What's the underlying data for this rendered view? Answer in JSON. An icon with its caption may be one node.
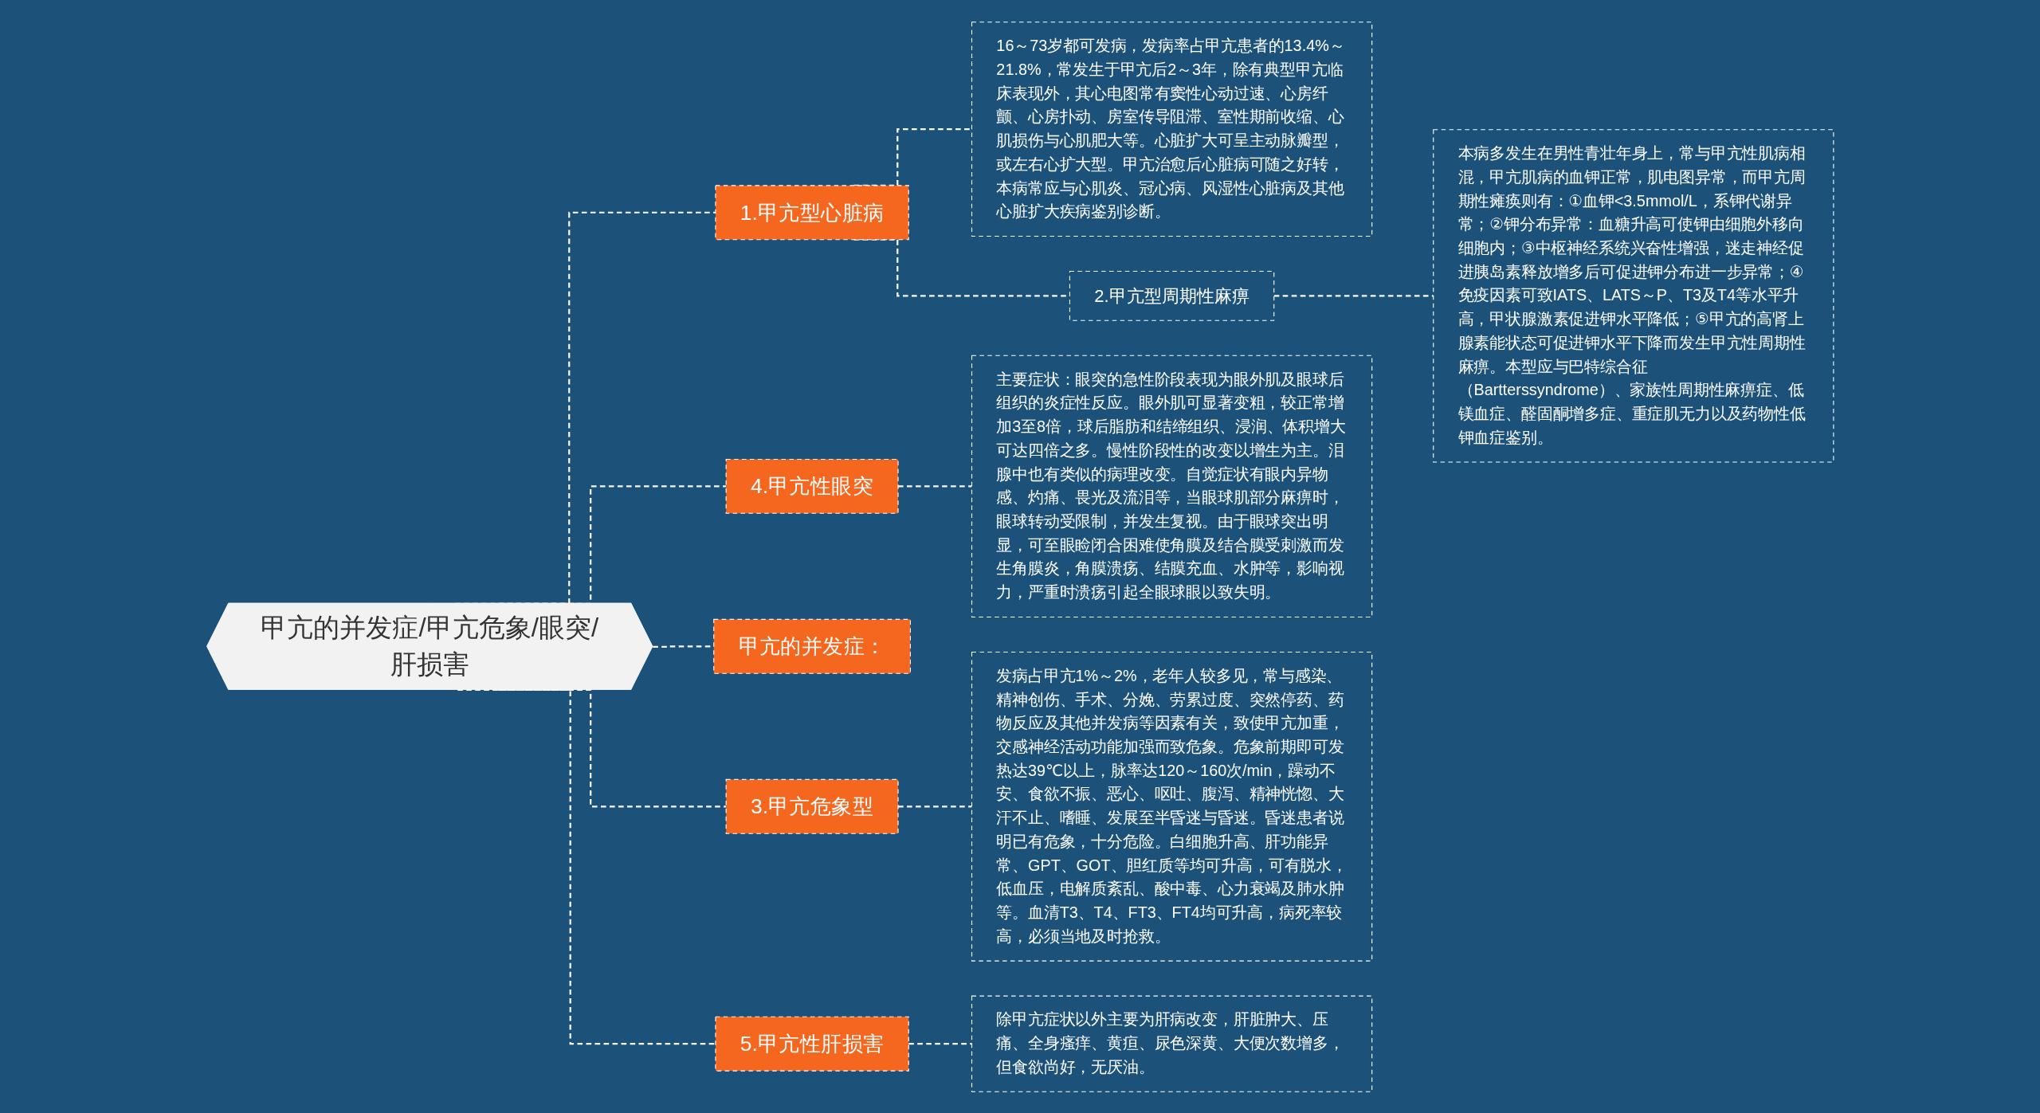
{
  "diagram": {
    "nodes": [
      {
        "text": [
          "甲亢的并发症/甲亢危象/眼突/肝损害"
        ]
      },
      {
        "text": [
          "1.甲亢型心脏病"
        ]
      },
      {
        "text": [
          "16～73岁都可发病，发病率占甲亢患者的13.4%～21.8%，常发生于甲亢后2～3年，除有典型甲亢临床表现外，其心电图常有窦性心动过速、心房纤颤、心房扑动、房室传导阻滞、室性期前收缩、心肌损伤与心肌肥大等。心脏扩大可呈主动脉瓣型，或左右心扩大型。甲亢治愈后心脏病可随之好转，本病常应与心肌炎、冠心病、风湿性心脏病及其他心脏扩大疾病鉴别诊断。"
        ]
      },
      {
        "text": [
          "2.甲亢型周期性麻痹"
        ]
      },
      {
        "text": [
          "本病多发生在男性青壮年身上，常与甲亢性肌病相混，甲亢肌病的血钾正常，肌电图异常，而甲亢周期性瘫痪则有：①血钾<3.5mmol/L，系钾代谢异常；②钾分布异常：血糖升高可使钾由细胞外移向细胞内；③中枢神经系统兴奋性增强，迷走神经促进胰岛素释放增多后可促进钾分布进一步异常；④免疫因素可致IATS、LATS～P、T3及T4等水平升高，甲状腺激素促进钾水平降低；⑤甲亢的高肾上腺素能状态可促进钾水平下降而发生甲亢性周期性麻痹。本型应与巴特综合征（Bartterssyndrome）、家族性周期性麻痹症、低镁血症、醛固酮增多症、重症肌无力以及药物性低钾血症鉴别。"
        ]
      },
      {
        "text": [
          "4.甲亢性眼突"
        ]
      },
      {
        "text": [
          "主要症状：眼突的急性阶段表现为眼外肌及眼球后组织的炎症性反应。眼外肌可显著变粗，较正常增加3至8倍，球后脂肪和结缔组织、浸润、体积增大可达四倍之多。慢性阶段性的改变以增生为主。泪腺中也有类似的病理改变。自觉症状有眼内异物感、灼痛、畏光及流泪等，当眼球肌部分麻痹时，眼球转动受限制，并发生复视。由于眼球突出明显，可至眼睑闭合困难使角膜及结合膜受刺激而发生角膜炎，角膜溃疡、结膜充血、水肿等，影响视力，严重时溃疡引起全眼球眼以致失明。"
        ]
      },
      {
        "text": [
          "甲亢的并发症："
        ]
      },
      {
        "text": [
          "3.甲亢危象型"
        ]
      },
      {
        "text": [
          "发病占甲亢1%～2%，老年人较多见，常与感染、精神创伤、手术、分娩、劳累过度、突然停药、药物反应及其他并发病等因素有关，致使甲亢加重，交感神经活动功能加强而致危象。危象前期即可发热达39℃以上，脉率达120～160次/min，躁动不安、食欲不振、恶心、呕吐、腹泻、精神恍惚、大汗不止、嗜睡、发展至半昏迷与昏迷。昏迷患者说明已有危象，十分危险。白细胞升高、肝功能异常、GPT、GOT、胆红质等均可升高，可有脱水，低血压，电解质紊乱、酸中毒、心力衰竭及肺水肿等。血清T3、T4、FT3、FT4均可升高，病死率较高，必须当地及时抢救。"
        ]
      },
      {
        "text": [
          "5.甲亢性肝损害"
        ]
      },
      {
        "text": [
          "除甲亢症状以外主要为肝病改变，肝脏肿大、压痛、全身瘙痒、黄疸、尿色深黄、大便次数增多，但食欲尚好，无厌油。"
        ]
      }
    ],
    "edges": [
      {
        "from": 0,
        "to": 1,
        "arrow": "none",
        "style": "dashed"
      },
      {
        "from": 1,
        "to": 2,
        "arrow": "none",
        "style": "dashed"
      },
      {
        "from": 1,
        "to": 3,
        "arrow": "none",
        "style": "dashed"
      },
      {
        "from": 3,
        "to": 4,
        "arrow": "none",
        "style": "dashed"
      },
      {
        "from": 0,
        "to": 5,
        "arrow": "none",
        "style": "dashed"
      },
      {
        "from": 5,
        "to": 6,
        "arrow": "none",
        "style": "dashed"
      },
      {
        "from": 0,
        "to": 7,
        "arrow": "none",
        "style": "dashed"
      },
      {
        "from": 0,
        "to": 8,
        "arrow": "none",
        "style": "dashed"
      },
      {
        "from": 8,
        "to": 9,
        "arrow": "none",
        "style": "dashed"
      },
      {
        "from": 0,
        "to": 10,
        "arrow": "none",
        "style": "dashed"
      },
      {
        "from": 10,
        "to": 11,
        "arrow": "none",
        "style": "dashed"
      }
    ]
  }
}
